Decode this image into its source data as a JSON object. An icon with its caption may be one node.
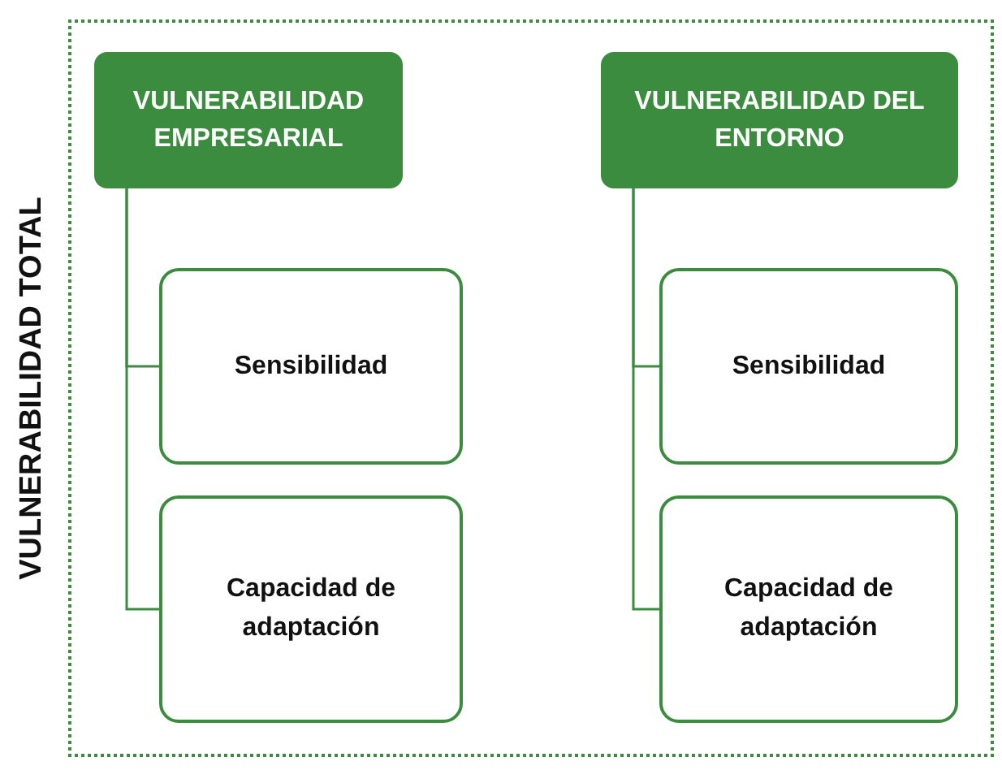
{
  "diagram": {
    "nodes": [
      {
        "text": [
          "VULNERABILIDAD TOTAL"
        ]
      },
      {
        "text": [
          "VULNERABILIDAD EMPRESARIAL"
        ],
        "in": 0
      },
      {
        "text": [
          "Sensibilidad"
        ],
        "in": 0
      },
      {
        "text": [
          "Capacidad de adaptación"
        ],
        "in": 0
      },
      {
        "text": [
          "VULNERABILIDAD DEL ENTORNO"
        ],
        "in": 0
      },
      {
        "text": [
          "Sensibilidad"
        ],
        "in": 0
      },
      {
        "text": [
          "Capacidad de adaptación"
        ],
        "in": 0
      }
    ],
    "edges": [
      {
        "from": 1,
        "to": 2,
        "arrow": "none"
      },
      {
        "from": 1,
        "to": 3,
        "arrow": "none"
      },
      {
        "from": 4,
        "to": 5,
        "arrow": "none"
      },
      {
        "from": 4,
        "to": 6,
        "arrow": "none"
      }
    ]
  }
}
